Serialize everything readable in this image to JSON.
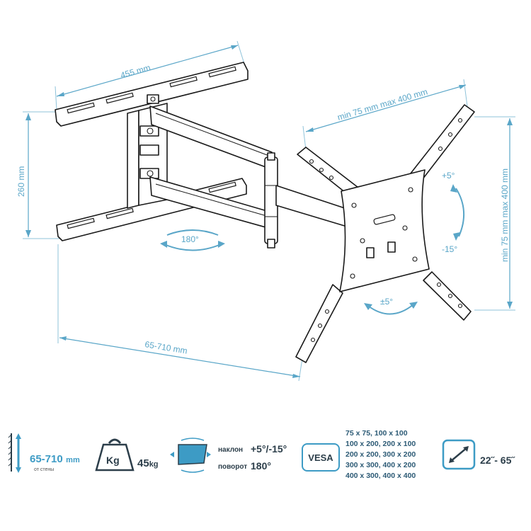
{
  "dimensions": {
    "width_total": "455 mm",
    "height_wall_plate": "260 mm",
    "extension": "65-710 mm",
    "vesa_horizontal": "min 75 mm max 400 mm",
    "vesa_vertical": "min 75 mm max 400 mm",
    "swivel": "180°",
    "tilt_up": "+5°",
    "tilt_down": "-15°",
    "rotation": "±5°"
  },
  "specs": {
    "distance_value": "65-710",
    "distance_unit": "mm",
    "distance_caption": "от стены",
    "weight_icon_label": "Kg",
    "weight_value": "45",
    "weight_unit": "kg",
    "tilt_label": "наклон",
    "tilt_value": "+5°/-15°",
    "swivel_label": "поворот",
    "swivel_value": "180°",
    "vesa_label": "VESA",
    "vesa_sizes": [
      "75 x 75, 100 x 100",
      "100 x 200, 200 x 100",
      "200 x 200, 300 x 200",
      "300 x 300, 400 x 200",
      "400 x 300, 400 x 400"
    ],
    "screen_size": "22˝- 65˝"
  },
  "colors": {
    "accent": "#3d9bc5",
    "dimension": "#5aa6c8",
    "outline": "#1a1a1a"
  }
}
